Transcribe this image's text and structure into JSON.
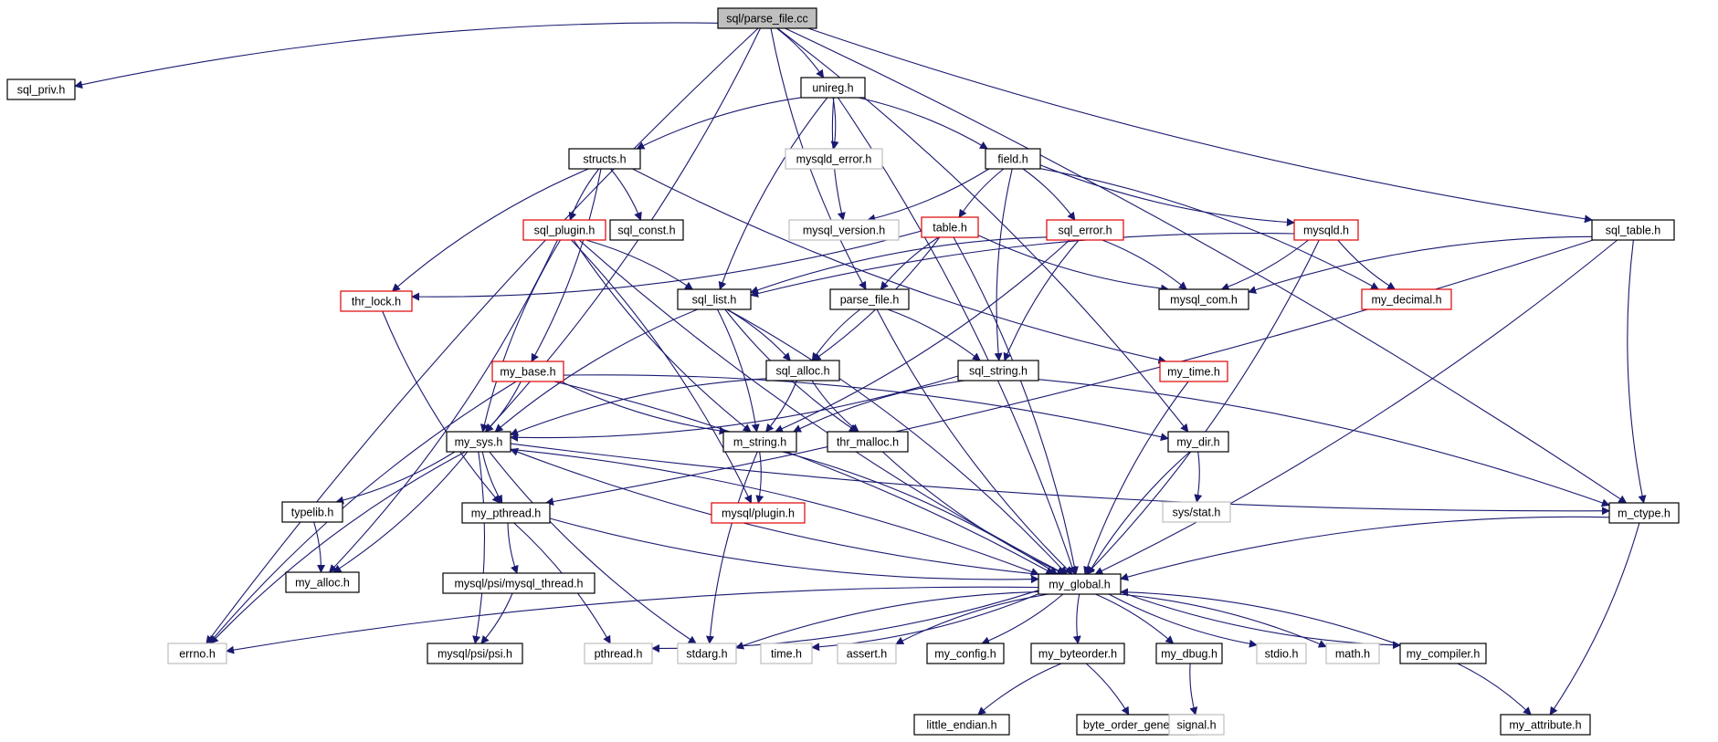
{
  "diagram": {
    "colors": {
      "edge": "#191970",
      "node_border": "#000000",
      "node_border_red": "#e00000",
      "node_border_gray": "#bfbfbf",
      "root_fill": "#bfbfbf",
      "background": "#ffffff"
    },
    "nodes": [
      {
        "id": "parse_file_cc",
        "label": "sql/parse_file.cc",
        "style": "root"
      },
      {
        "id": "sql_priv_h",
        "label": "sql_priv.h",
        "style": "black"
      },
      {
        "id": "unireg_h",
        "label": "unireg.h",
        "style": "black"
      },
      {
        "id": "structs_h",
        "label": "structs.h",
        "style": "black"
      },
      {
        "id": "mysqld_error_h",
        "label": "mysqld_error.h",
        "style": "gray"
      },
      {
        "id": "field_h",
        "label": "field.h",
        "style": "black"
      },
      {
        "id": "sql_plugin_h",
        "label": "sql_plugin.h",
        "style": "red"
      },
      {
        "id": "sql_const_h",
        "label": "sql_const.h",
        "style": "black"
      },
      {
        "id": "mysql_version_h",
        "label": "mysql_version.h",
        "style": "gray"
      },
      {
        "id": "table_h",
        "label": "table.h",
        "style": "red"
      },
      {
        "id": "sql_error_h",
        "label": "sql_error.h",
        "style": "red"
      },
      {
        "id": "mysqld_h",
        "label": "mysqld.h",
        "style": "red"
      },
      {
        "id": "sql_table_h",
        "label": "sql_table.h",
        "style": "black"
      },
      {
        "id": "thr_lock_h",
        "label": "thr_lock.h",
        "style": "red"
      },
      {
        "id": "sql_list_h",
        "label": "sql_list.h",
        "style": "black"
      },
      {
        "id": "parse_file_h",
        "label": "parse_file.h",
        "style": "black"
      },
      {
        "id": "mysql_com_h",
        "label": "mysql_com.h",
        "style": "black"
      },
      {
        "id": "my_decimal_h",
        "label": "my_decimal.h",
        "style": "red"
      },
      {
        "id": "my_base_h",
        "label": "my_base.h",
        "style": "red"
      },
      {
        "id": "sql_alloc_h",
        "label": "sql_alloc.h",
        "style": "black"
      },
      {
        "id": "sql_string_h",
        "label": "sql_string.h",
        "style": "black"
      },
      {
        "id": "my_time_h",
        "label": "my_time.h",
        "style": "red"
      },
      {
        "id": "my_sys_h",
        "label": "my_sys.h",
        "style": "black"
      },
      {
        "id": "m_string_h",
        "label": "m_string.h",
        "style": "black"
      },
      {
        "id": "thr_malloc_h",
        "label": "thr_malloc.h",
        "style": "black"
      },
      {
        "id": "my_dir_h",
        "label": "my_dir.h",
        "style": "black"
      },
      {
        "id": "typelib_h",
        "label": "typelib.h",
        "style": "black"
      },
      {
        "id": "my_pthread_h",
        "label": "my_pthread.h",
        "style": "black"
      },
      {
        "id": "mysql_plugin_h",
        "label": "mysql/plugin.h",
        "style": "red"
      },
      {
        "id": "sys_stat_h",
        "label": "sys/stat.h",
        "style": "gray"
      },
      {
        "id": "m_ctype_h",
        "label": "m_ctype.h",
        "style": "black"
      },
      {
        "id": "my_alloc_h",
        "label": "my_alloc.h",
        "style": "black"
      },
      {
        "id": "mysql_psi_mysql_thread_h",
        "label": "mysql/psi/mysql_thread.h",
        "style": "black"
      },
      {
        "id": "my_global_h",
        "label": "my_global.h",
        "style": "black"
      },
      {
        "id": "errno_h",
        "label": "errno.h",
        "style": "gray"
      },
      {
        "id": "mysql_psi_psi_h",
        "label": "mysql/psi/psi.h",
        "style": "black"
      },
      {
        "id": "pthread_h",
        "label": "pthread.h",
        "style": "gray"
      },
      {
        "id": "stdarg_h",
        "label": "stdarg.h",
        "style": "gray"
      },
      {
        "id": "time_h",
        "label": "time.h",
        "style": "gray"
      },
      {
        "id": "assert_h",
        "label": "assert.h",
        "style": "gray"
      },
      {
        "id": "my_config_h",
        "label": "my_config.h",
        "style": "black"
      },
      {
        "id": "my_byteorder_h",
        "label": "my_byteorder.h",
        "style": "black"
      },
      {
        "id": "my_dbug_h",
        "label": "my_dbug.h",
        "style": "black"
      },
      {
        "id": "stdio_h",
        "label": "stdio.h",
        "style": "gray"
      },
      {
        "id": "math_h",
        "label": "math.h",
        "style": "gray"
      },
      {
        "id": "my_compiler_h",
        "label": "my_compiler.h",
        "style": "black"
      },
      {
        "id": "little_endian_h",
        "label": "little_endian.h",
        "style": "black"
      },
      {
        "id": "byte_order_generic_h",
        "label": "byte_order_generic.h",
        "style": "black"
      },
      {
        "id": "signal_h",
        "label": "signal.h",
        "style": "gray"
      },
      {
        "id": "my_attribute_h",
        "label": "my_attribute.h",
        "style": "black"
      }
    ],
    "edges": [
      [
        "parse_file_cc",
        "sql_priv_h"
      ],
      [
        "parse_file_cc",
        "unireg_h"
      ],
      [
        "parse_file_cc",
        "errno_h"
      ],
      [
        "parse_file_cc",
        "my_sys_h"
      ],
      [
        "parse_file_cc",
        "parse_file_h"
      ],
      [
        "parse_file_cc",
        "my_dir_h"
      ],
      [
        "parse_file_cc",
        "sql_table_h"
      ],
      [
        "parse_file_cc",
        "m_ctype_h"
      ],
      [
        "unireg_h",
        "structs_h"
      ],
      [
        "unireg_h",
        "mysqld_error_h"
      ],
      [
        "unireg_h",
        "mysql_version_h"
      ],
      [
        "unireg_h",
        "field_h"
      ],
      [
        "unireg_h",
        "sql_list_h"
      ],
      [
        "unireg_h",
        "my_global_h"
      ],
      [
        "structs_h",
        "sql_plugin_h"
      ],
      [
        "structs_h",
        "sql_const_h"
      ],
      [
        "structs_h",
        "thr_lock_h"
      ],
      [
        "structs_h",
        "my_base_h"
      ],
      [
        "structs_h",
        "my_time_h"
      ],
      [
        "field_h",
        "mysql_version_h"
      ],
      [
        "field_h",
        "table_h"
      ],
      [
        "field_h",
        "sql_error_h"
      ],
      [
        "field_h",
        "mysqld_h"
      ],
      [
        "field_h",
        "my_decimal_h"
      ],
      [
        "field_h",
        "sql_string_h"
      ],
      [
        "sql_plugin_h",
        "sql_list_h"
      ],
      [
        "sql_plugin_h",
        "my_sys_h"
      ],
      [
        "sql_plugin_h",
        "my_alloc_h"
      ],
      [
        "sql_plugin_h",
        "m_string_h"
      ],
      [
        "sql_plugin_h",
        "mysql_plugin_h"
      ],
      [
        "sql_plugin_h",
        "my_global_h"
      ],
      [
        "table_h",
        "thr_lock_h"
      ],
      [
        "table_h",
        "parse_file_h"
      ],
      [
        "table_h",
        "sql_alloc_h"
      ],
      [
        "table_h",
        "mysql_com_h"
      ],
      [
        "table_h",
        "my_global_h"
      ],
      [
        "sql_error_h",
        "sql_list_h"
      ],
      [
        "sql_error_h",
        "mysql_com_h"
      ],
      [
        "sql_error_h",
        "sql_string_h"
      ],
      [
        "sql_error_h",
        "m_string_h"
      ],
      [
        "mysqld_h",
        "sql_list_h"
      ],
      [
        "mysqld_h",
        "mysql_com_h"
      ],
      [
        "mysqld_h",
        "my_decimal_h"
      ],
      [
        "mysqld_h",
        "my_global_h"
      ],
      [
        "sql_table_h",
        "mysql_com_h"
      ],
      [
        "sql_table_h",
        "my_pthread_h"
      ],
      [
        "sql_table_h",
        "m_ctype_h"
      ],
      [
        "sql_table_h",
        "my_global_h"
      ],
      [
        "thr_lock_h",
        "my_pthread_h"
      ],
      [
        "sql_list_h",
        "sql_alloc_h"
      ],
      [
        "sql_list_h",
        "my_sys_h"
      ],
      [
        "sql_list_h",
        "m_string_h"
      ],
      [
        "sql_list_h",
        "thr_malloc_h"
      ],
      [
        "sql_list_h",
        "my_global_h"
      ],
      [
        "parse_file_h",
        "sql_alloc_h"
      ],
      [
        "parse_file_h",
        "sql_string_h"
      ],
      [
        "parse_file_h",
        "my_global_h"
      ],
      [
        "my_base_h",
        "my_sys_h"
      ],
      [
        "my_base_h",
        "m_string_h"
      ],
      [
        "my_base_h",
        "my_dir_h"
      ],
      [
        "my_base_h",
        "errno_h"
      ],
      [
        "my_base_h",
        "my_global_h"
      ],
      [
        "sql_alloc_h",
        "my_sys_h"
      ],
      [
        "sql_alloc_h",
        "m_string_h"
      ],
      [
        "sql_alloc_h",
        "thr_malloc_h"
      ],
      [
        "sql_string_h",
        "my_sys_h"
      ],
      [
        "sql_string_h",
        "m_string_h"
      ],
      [
        "sql_string_h",
        "m_ctype_h"
      ],
      [
        "my_time_h",
        "my_global_h"
      ],
      [
        "my_sys_h",
        "typelib_h"
      ],
      [
        "my_sys_h",
        "my_pthread_h"
      ],
      [
        "my_sys_h",
        "my_alloc_h"
      ],
      [
        "my_sys_h",
        "errno_h"
      ],
      [
        "my_sys_h",
        "mysql_psi_psi_h"
      ],
      [
        "my_sys_h",
        "stdarg_h"
      ],
      [
        "my_sys_h",
        "my_global_h"
      ],
      [
        "my_sys_h",
        "m_ctype_h"
      ],
      [
        "m_string_h",
        "mysql_plugin_h"
      ],
      [
        "m_string_h",
        "stdarg_h"
      ],
      [
        "m_string_h",
        "my_global_h"
      ],
      [
        "thr_malloc_h",
        "my_global_h"
      ],
      [
        "my_dir_h",
        "sys_stat_h"
      ],
      [
        "my_dir_h",
        "my_global_h"
      ],
      [
        "typelib_h",
        "my_alloc_h"
      ],
      [
        "my_pthread_h",
        "mysql_psi_mysql_thread_h"
      ],
      [
        "my_pthread_h",
        "pthread_h"
      ],
      [
        "my_pthread_h",
        "my_global_h"
      ],
      [
        "mysql_psi_mysql_thread_h",
        "mysql_psi_psi_h"
      ],
      [
        "m_ctype_h",
        "my_global_h"
      ],
      [
        "m_ctype_h",
        "my_attribute_h"
      ],
      [
        "my_global_h",
        "errno_h"
      ],
      [
        "my_global_h",
        "pthread_h"
      ],
      [
        "my_global_h",
        "stdarg_h"
      ],
      [
        "my_global_h",
        "time_h"
      ],
      [
        "my_global_h",
        "assert_h"
      ],
      [
        "my_global_h",
        "my_config_h"
      ],
      [
        "my_global_h",
        "my_byteorder_h"
      ],
      [
        "my_global_h",
        "my_dbug_h"
      ],
      [
        "my_global_h",
        "stdio_h"
      ],
      [
        "my_global_h",
        "math_h"
      ],
      [
        "my_global_h",
        "my_compiler_h"
      ],
      [
        "my_global_h",
        "my_sys_h"
      ],
      [
        "my_compiler_h",
        "my_global_h"
      ],
      [
        "my_compiler_h",
        "my_attribute_h"
      ],
      [
        "my_byteorder_h",
        "little_endian_h"
      ],
      [
        "my_byteorder_h",
        "byte_order_generic_h"
      ],
      [
        "my_dbug_h",
        "signal_h"
      ]
    ]
  }
}
